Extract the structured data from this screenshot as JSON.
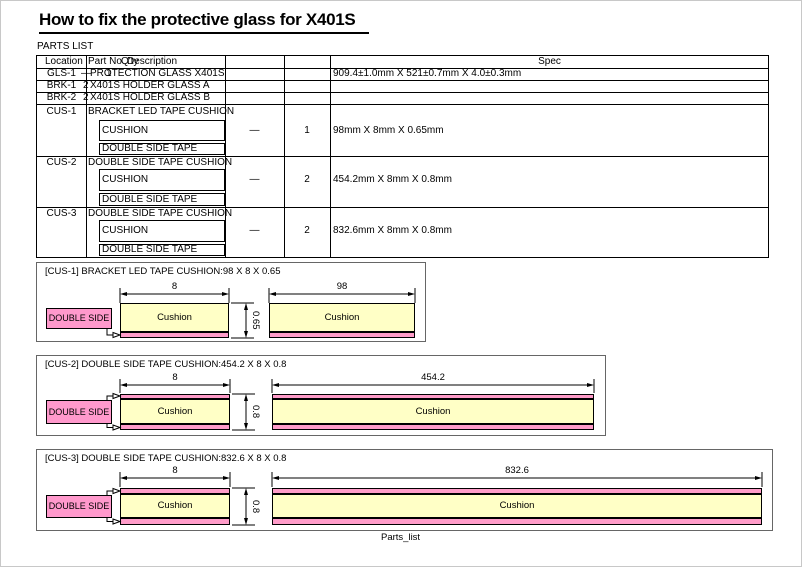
{
  "page": {
    "title": "How to fix the protective glass for X401S",
    "parts_list_label": "PARTS LIST",
    "sheet_name": "Parts_list"
  },
  "colors": {
    "cushion_yellow": "#FFFFC6",
    "tape_pink": "#FF9CC9",
    "label_pink": "#FF99CC"
  },
  "table": {
    "header": {
      "location": "Location",
      "part_no": "Part No",
      "qty": "Q'ty",
      "description": "Description",
      "spec": "Spec"
    },
    "rows": [
      {
        "location": "GLS-1",
        "part_no": "—",
        "qty": "1",
        "description": "PROTECTION GLASS X401S",
        "spec": "909.4±1.0mm X 521±0.7mm X 4.0±0.3mm"
      },
      {
        "location": "BRK-1",
        "qty": "2",
        "description": "X401S HOLDER GLASS A"
      },
      {
        "location": "BRK-2",
        "qty": "2",
        "description": "X401S HOLDER GLASS B"
      }
    ],
    "groups": [
      {
        "location": "CUS-1",
        "description": "BRACKET LED TAPE CUSHION",
        "sub_items": [
          "CUSHION",
          "DOUBLE SIDE TAPE"
        ],
        "part_no": "—",
        "qty": "1",
        "spec": "98mm X 8mm X 0.65mm"
      },
      {
        "location": "CUS-2",
        "description": "DOUBLE SIDE TAPE CUSHION",
        "sub_items": [
          "CUSHION",
          "DOUBLE SIDE TAPE"
        ],
        "part_no": "—",
        "qty": "2",
        "spec": "454.2mm X 8mm X 0.8mm"
      },
      {
        "location": "CUS-3",
        "description": "DOUBLE SIDE TAPE CUSHION",
        "sub_items": [
          "CUSHION",
          "DOUBLE SIDE TAPE"
        ],
        "part_no": "—",
        "qty": "2",
        "spec": "832.6mm X 8mm X 0.8mm"
      }
    ]
  },
  "diagrams": [
    {
      "id": "CUS-1",
      "title": "[CUS-1] BRACKET LED TAPE CUSHION:98 X 8 X 0.65",
      "tape_label": "DOUBLE SIDE",
      "cushion_label": "Cushion",
      "small_width": "8",
      "large_width": "98",
      "thickness": "0.65",
      "tape_sides": "bottom"
    },
    {
      "id": "CUS-2",
      "title": "[CUS-2] DOUBLE SIDE TAPE CUSHION:454.2 X 8 X 0.8",
      "tape_label": "DOUBLE SIDE",
      "cushion_label": "Cushion",
      "small_width": "8",
      "large_width": "454.2",
      "thickness": "0.8",
      "tape_sides": "top_bottom"
    },
    {
      "id": "CUS-3",
      "title": "[CUS-3] DOUBLE SIDE TAPE CUSHION:832.6 X 8 X 0.8",
      "tape_label": "DOUBLE SIDE",
      "cushion_label": "Cushion",
      "small_width": "8",
      "large_width": "832.6",
      "thickness": "0.8",
      "tape_sides": "top_bottom"
    }
  ]
}
